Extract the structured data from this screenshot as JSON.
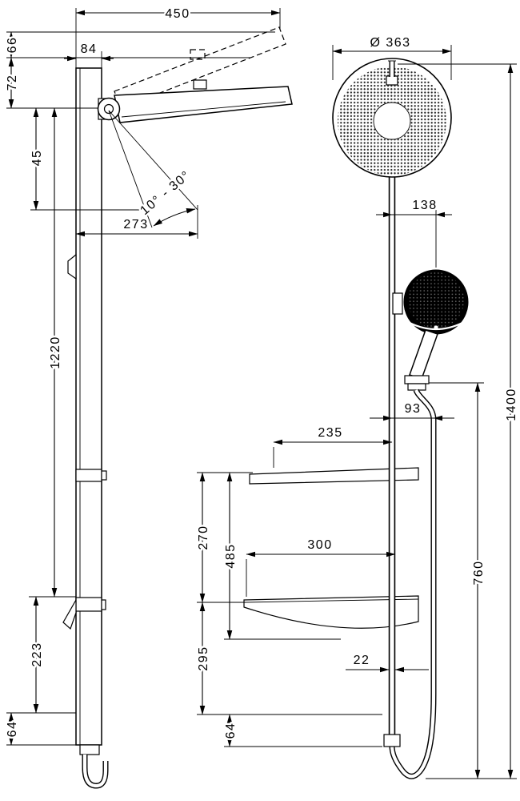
{
  "drawing": {
    "background": "#ffffff",
    "line_color": "#000000",
    "side_view": {
      "dim_450": "450",
      "dim_66": "66",
      "dim_84": "84",
      "dim_72": "72",
      "dim_45": "45",
      "angle_range": "10° - 30°",
      "dim_273": "273",
      "dim_1220": "1220",
      "dim_223": "223",
      "dim_64": "64"
    },
    "front_view": {
      "dim_diameter": "Ø 363",
      "dim_138": "138",
      "dim_1400": "1400",
      "dim_93": "93",
      "dim_235": "235",
      "dim_270": "270",
      "dim_485": "485",
      "dim_300": "300",
      "dim_295": "295",
      "dim_760": "760",
      "dim_22": "22",
      "dim_64": "64"
    }
  }
}
